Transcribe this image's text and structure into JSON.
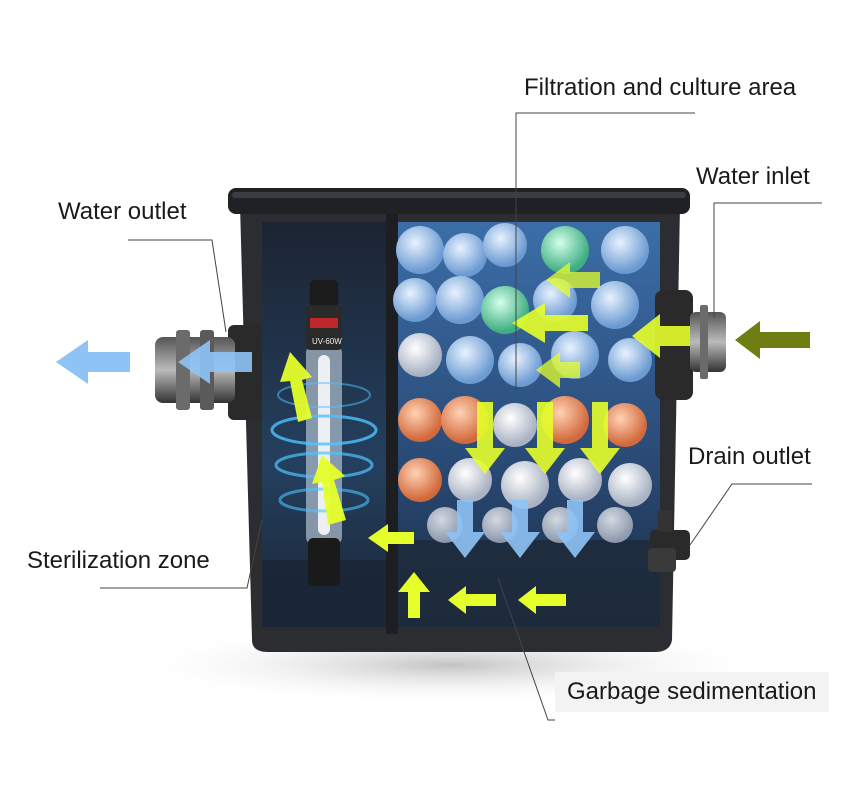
{
  "labels": {
    "filtration": "Filtration and culture area",
    "water_outlet": "Water outlet",
    "water_inlet": "Water inlet",
    "drain_outlet": "Drain outlet",
    "sterilization": "Sterilization zone",
    "garbage": "Garbage sedimentation"
  },
  "uv_lamp_text": "UV-60W",
  "colors": {
    "flow_arrow": "#e6ff2a",
    "clean_water_arrow": "#8ec3f5",
    "inlet_arrow": "#6f7e12",
    "tank_body": "#2b2d30",
    "water_tint": "#274b74",
    "leader_line": "#444444"
  }
}
